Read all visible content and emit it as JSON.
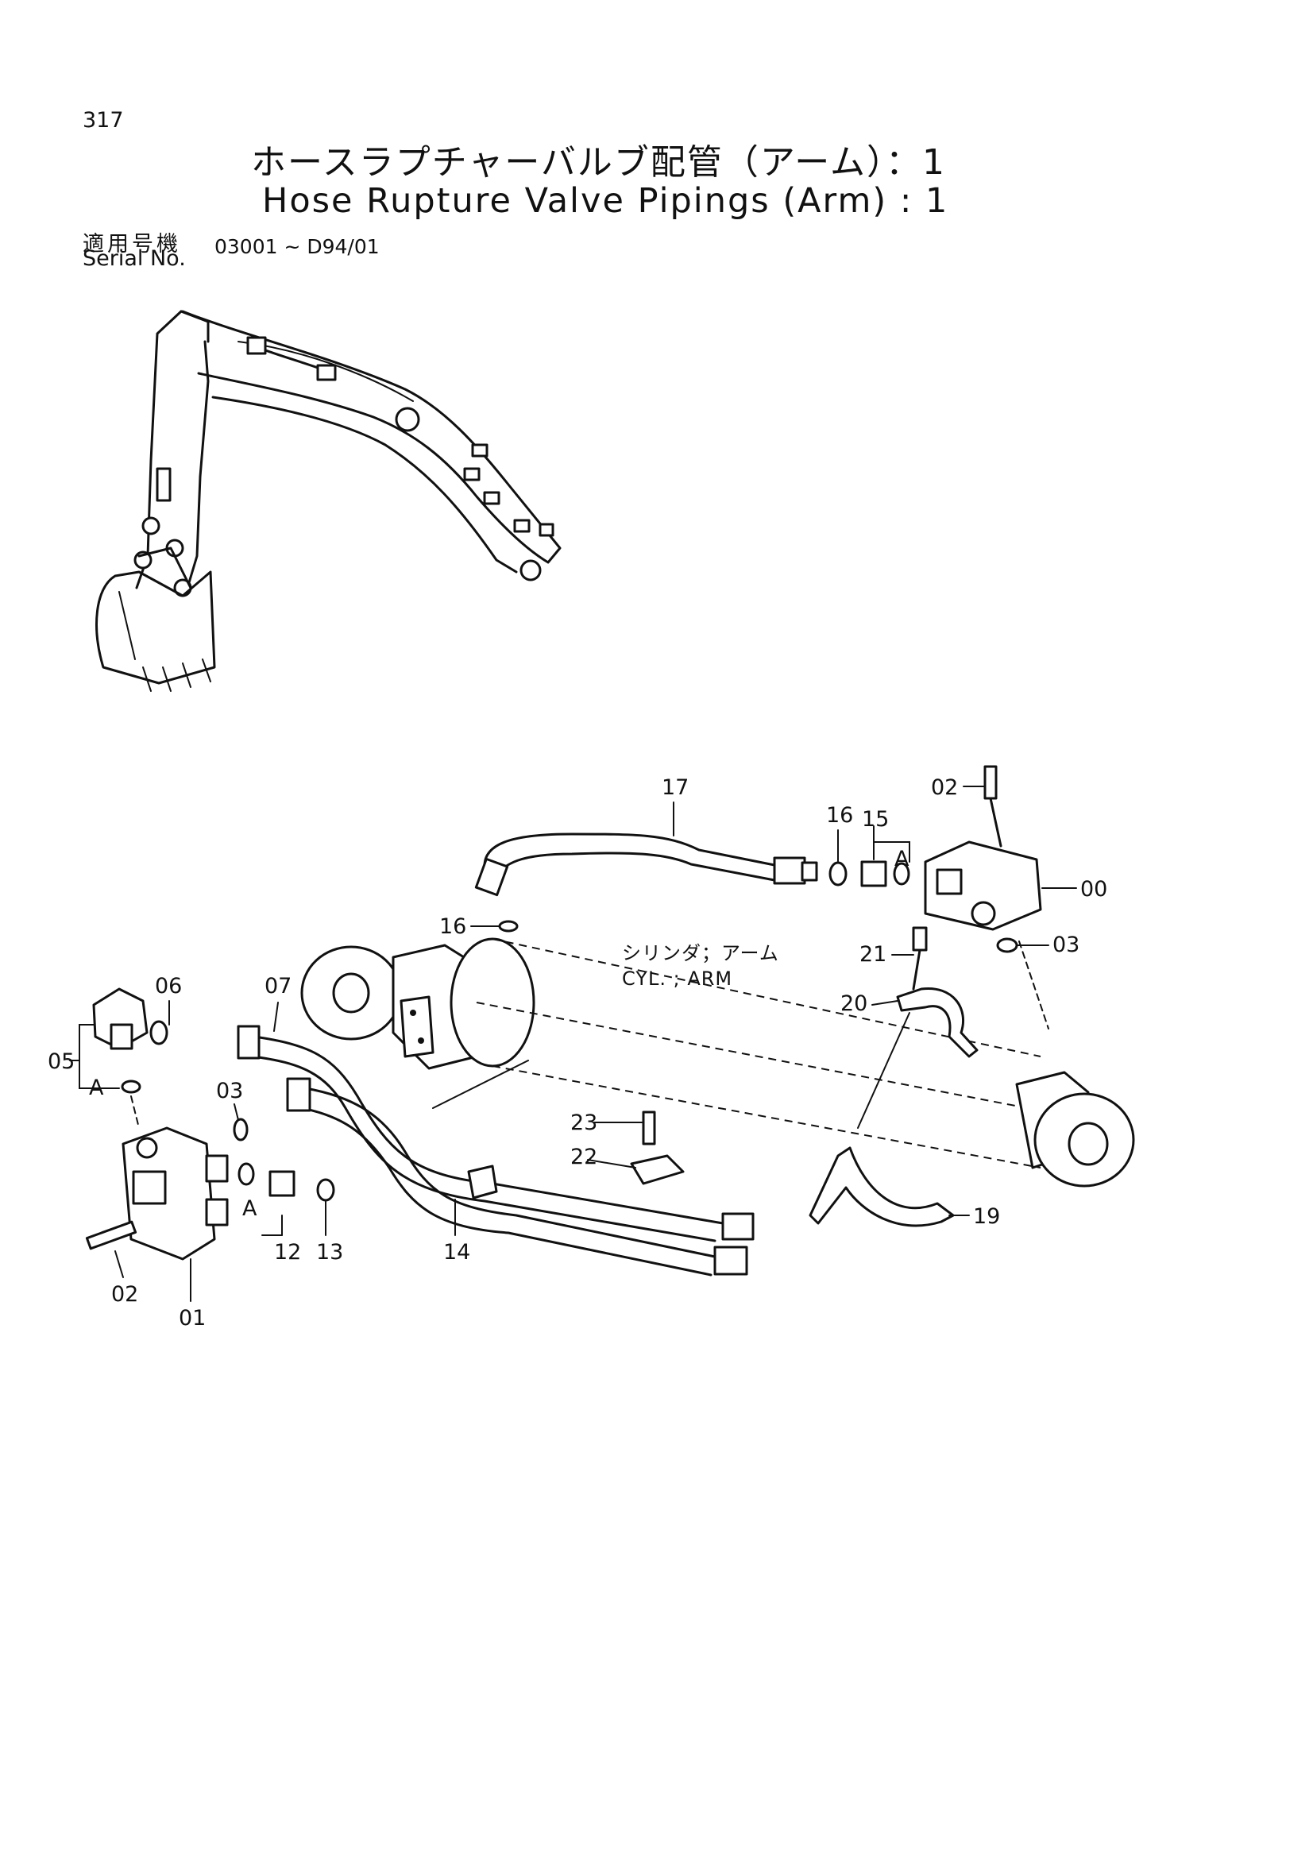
{
  "header": {
    "page_number": "317",
    "title_jp": "ホースラプチャーバルブ配管（アーム）：1",
    "title_en": "Hose Rupture Valve Pipings (Arm) : 1",
    "serial_label_jp": "適用号機",
    "serial_label_en": "Serial No.",
    "serial_range": "03001 ~ D94/01"
  },
  "diagram": {
    "cylinder_note_jp": "シリンダ；アーム",
    "cylinder_note_en": "CYL. ; ARM",
    "part_labels": [
      {
        "id": "p17",
        "text": "17"
      },
      {
        "id": "p16a",
        "text": "16"
      },
      {
        "id": "p15",
        "text": "15"
      },
      {
        "id": "p02a",
        "text": "02"
      },
      {
        "id": "p00",
        "text": "00"
      },
      {
        "id": "pAa",
        "text": "A"
      },
      {
        "id": "p03a",
        "text": "03"
      },
      {
        "id": "p16b",
        "text": "16"
      },
      {
        "id": "p21",
        "text": "21"
      },
      {
        "id": "p20",
        "text": "20"
      },
      {
        "id": "p06",
        "text": "06"
      },
      {
        "id": "p07",
        "text": "07"
      },
      {
        "id": "p05",
        "text": "05"
      },
      {
        "id": "pAb",
        "text": "A"
      },
      {
        "id": "p03b",
        "text": "03"
      },
      {
        "id": "p23",
        "text": "23"
      },
      {
        "id": "p22",
        "text": "22"
      },
      {
        "id": "pAc",
        "text": "A"
      },
      {
        "id": "p19",
        "text": "19"
      },
      {
        "id": "p12",
        "text": "12"
      },
      {
        "id": "p13",
        "text": "13"
      },
      {
        "id": "p14",
        "text": "14"
      },
      {
        "id": "p02b",
        "text": "02"
      },
      {
        "id": "p01",
        "text": "01"
      }
    ]
  }
}
